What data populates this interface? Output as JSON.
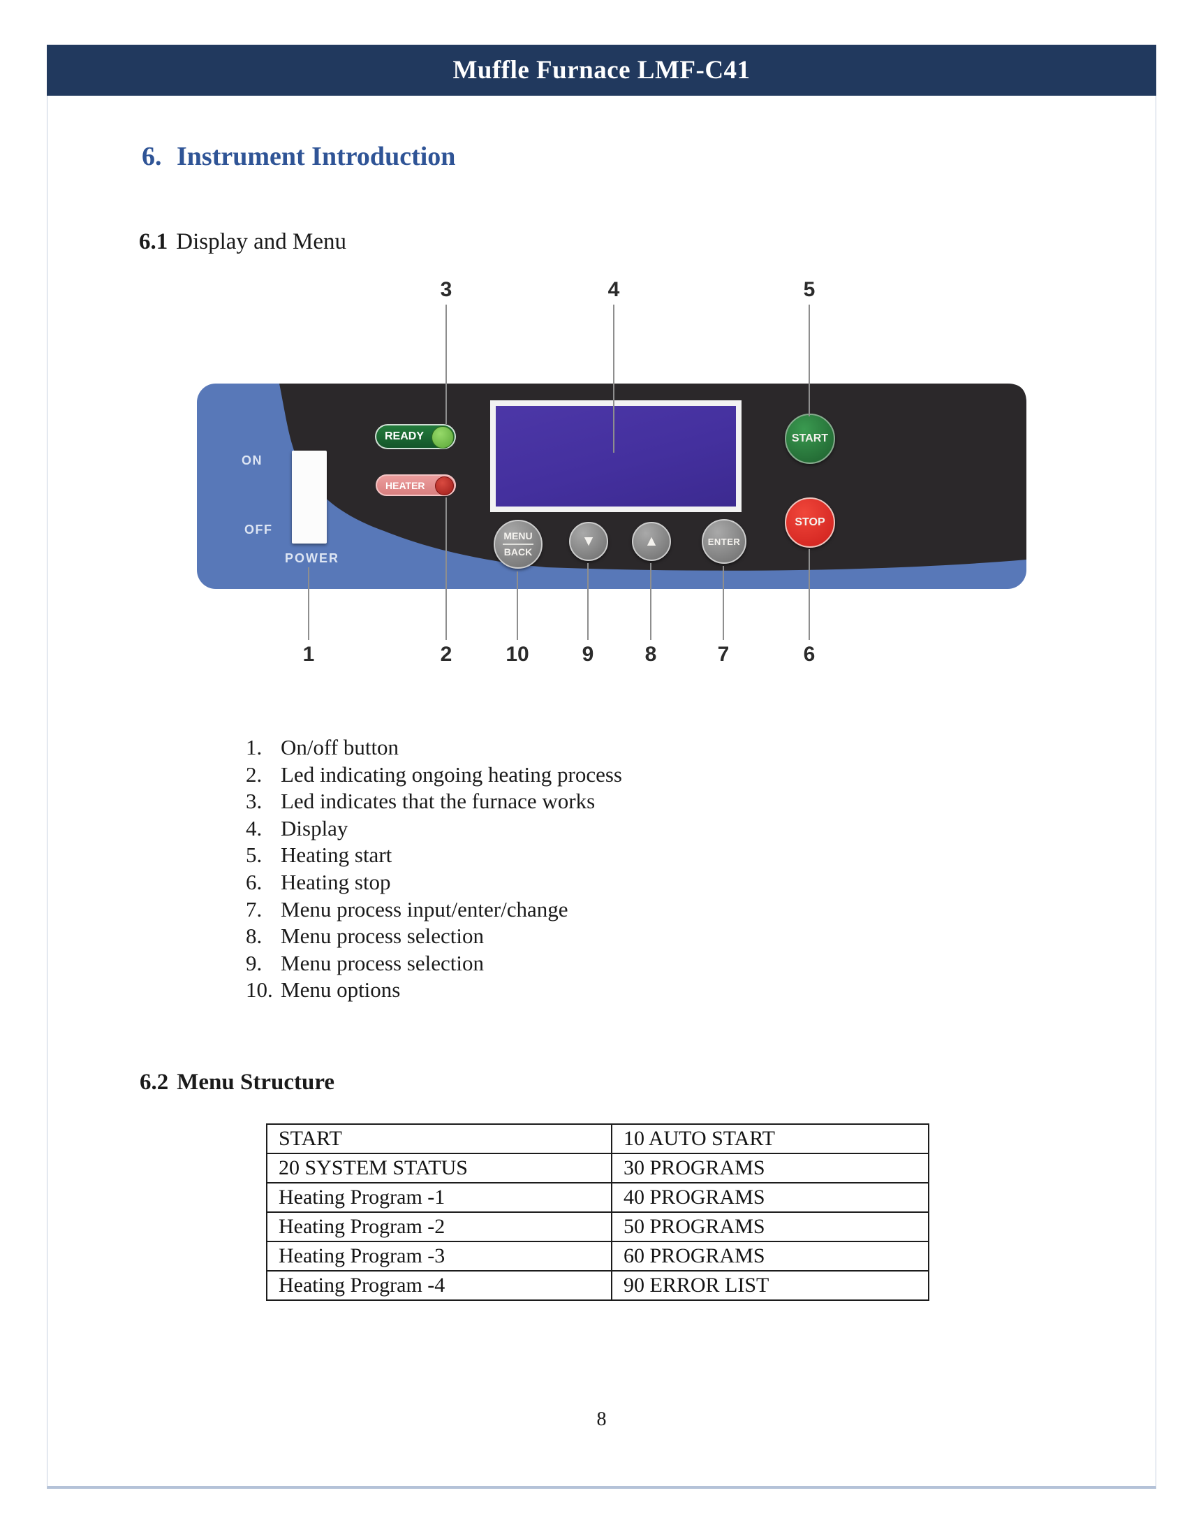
{
  "header": {
    "title": "Muffle Furnace LMF-C41"
  },
  "sections": {
    "intro": {
      "number": "6.",
      "title": "Instrument Introduction"
    },
    "display_menu": {
      "number": "6.1",
      "title": "Display and Menu"
    },
    "menu_structure": {
      "number": "6.2",
      "title": "Menu Structure"
    }
  },
  "panel": {
    "labels": {
      "on": "ON",
      "off": "OFF",
      "power": "POWER",
      "ready": "READY",
      "heater": "HEATER",
      "menu": "MENU",
      "back": "BACK",
      "enter": "ENTER",
      "start": "START",
      "stop": "STOP",
      "down_arrow": "▼",
      "up_arrow": "▲"
    },
    "callouts_top": [
      "3",
      "4",
      "5"
    ],
    "callouts_bottom": [
      "1",
      "2",
      "10",
      "9",
      "8",
      "7",
      "6"
    ],
    "colors": {
      "panel_blue": "#5878b8",
      "panel_black": "#2b282a",
      "display_purple": "#44309e",
      "start_green": "#2e8040",
      "stop_red": "#e32b26",
      "ready_led_green": "#72c14d",
      "heater_led_red": "#c0272d",
      "header_navy": "#21395e",
      "heading_blue": "#2f5496"
    }
  },
  "legend": {
    "items": [
      {
        "num": "1.",
        "text": "On/off button"
      },
      {
        "num": "2.",
        "text": "Led indicating ongoing heating process"
      },
      {
        "num": "3.",
        "text": "Led indicates that the furnace works"
      },
      {
        "num": "4.",
        "text": "Display"
      },
      {
        "num": "5.",
        "text": "Heating start"
      },
      {
        "num": "6.",
        "text": "Heating stop"
      },
      {
        "num": "7.",
        "text": "Menu process input/enter/change"
      },
      {
        "num": "8.",
        "text": "Menu process selection"
      },
      {
        "num": "9.",
        "text": "Menu process selection"
      },
      {
        "num": "10.",
        "text": "Menu options"
      }
    ]
  },
  "menu_table": {
    "rows": [
      {
        "left": "START",
        "right": "10 AUTO START"
      },
      {
        "left": "20 SYSTEM STATUS",
        "right": "30 PROGRAMS"
      },
      {
        "left": "Heating Program -1",
        "right": "40 PROGRAMS"
      },
      {
        "left": "Heating Program -2",
        "right": "50 PROGRAMS"
      },
      {
        "left": "Heating Program -3",
        "right": "60 PROGRAMS"
      },
      {
        "left": "Heating Program -4",
        "right": "90 ERROR LIST"
      }
    ]
  },
  "footer": {
    "page_number": "8"
  }
}
